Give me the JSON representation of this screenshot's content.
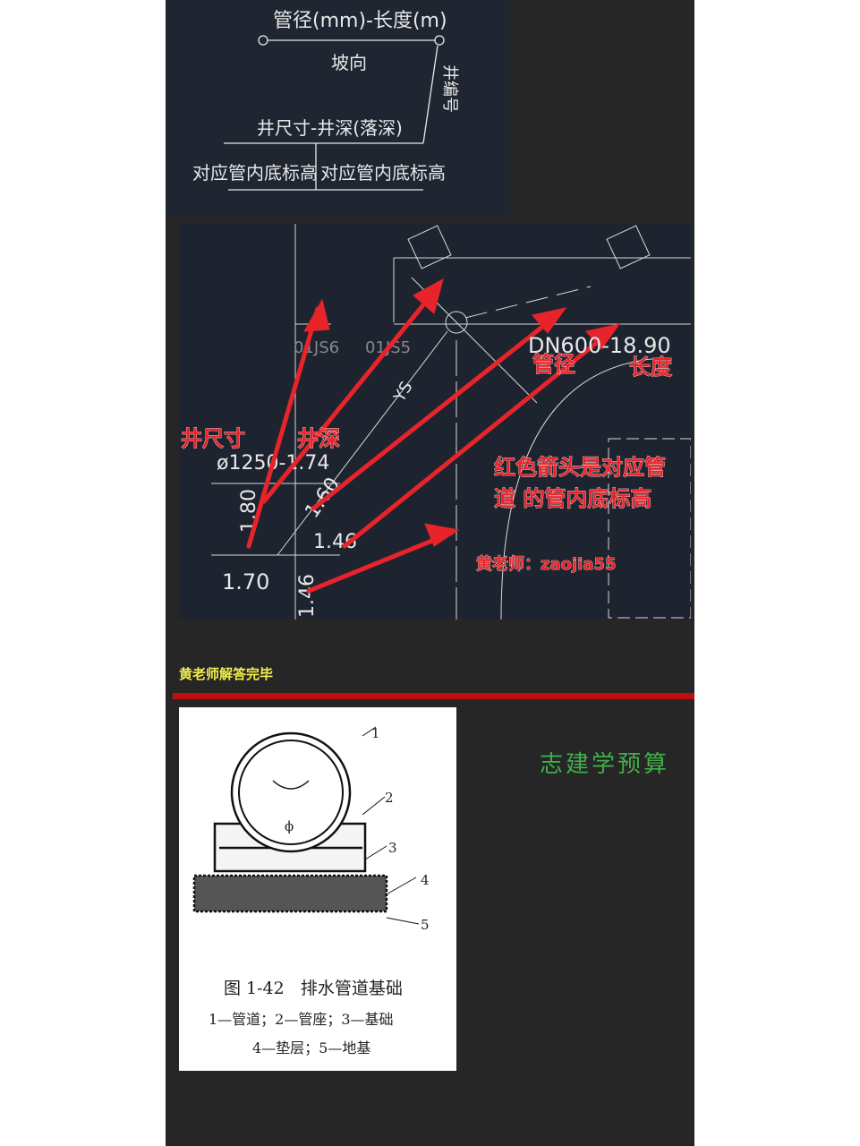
{
  "legend_panel": {
    "pipe_label": "管径(mm)-长度(m)",
    "slope_label": "坡向",
    "well_number_label": "井编号",
    "well_label": "井尺寸-井深(落深)",
    "invert_left": "对应管内底标高",
    "invert_right": "对应管内底标高"
  },
  "cad_panel": {
    "drawing_texts": [
      "DN600-18.90",
      "ø1250-1.74",
      "1.80",
      "1.60",
      "1.46",
      "1.70",
      "1.46",
      "01JS5",
      "01JS6",
      "YS"
    ],
    "annotations": {
      "well_size": "井尺寸",
      "well_depth": "井深",
      "pipe_diameter": "管径",
      "length": "长度",
      "note_line1": "红色箭头是对应管",
      "note_line2": "道 的管内底标高",
      "author": "黄老师：zaojia55"
    },
    "arrow_color": "#e8242a"
  },
  "footer": {
    "done_text": "黄老师解答完毕",
    "brand": "志建学预算"
  },
  "figure": {
    "labels": [
      "1",
      "2",
      "3",
      "4",
      "5"
    ],
    "phi": "ϕ",
    "title": "图 1-42   排水管道基础",
    "legend_line1": "1—管道；2—管座；3—基础",
    "legend_line2": "4—垫层；5—地基"
  }
}
